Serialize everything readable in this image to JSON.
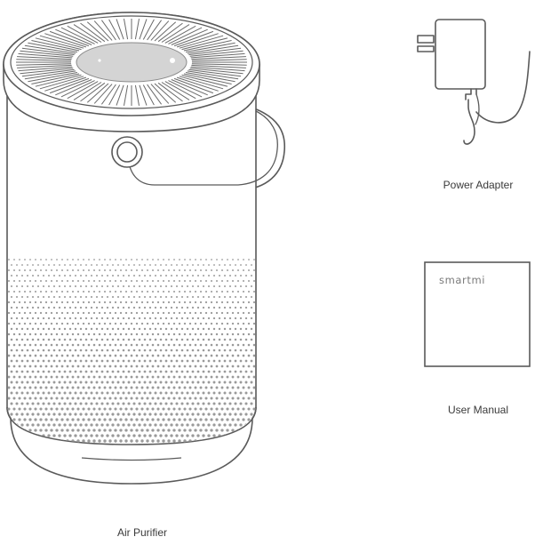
{
  "items": {
    "purifier": {
      "label": "Air Purifier"
    },
    "adapter": {
      "label": "Power Adapter"
    },
    "manual": {
      "label": "User Manual",
      "brand": "smartmi"
    }
  },
  "colors": {
    "line": "#5a5a5a",
    "dots": "#9a9a9a",
    "top_screen": "#d4d4d4",
    "background": "#ffffff"
  },
  "icons": [
    "air-purifier-illustration",
    "power-adapter-illustration",
    "user-manual-illustration"
  ]
}
